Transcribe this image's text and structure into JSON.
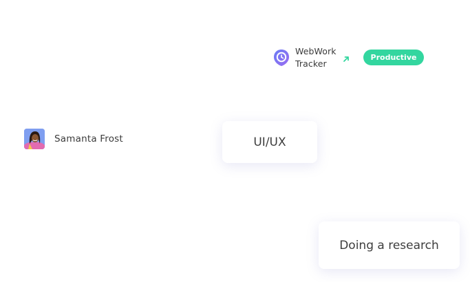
{
  "app": {
    "name": "WebWork Tracker",
    "icon": "webwork-clock-pin-icon",
    "trend_icon": "arrow-up-right-icon",
    "status": "Productive",
    "colors": {
      "badge": "#33d69f",
      "trend_arrow": "#33d69f",
      "icon_gradient_start": "#6a7cf5",
      "icon_gradient_end": "#9a6cf0"
    }
  },
  "user": {
    "name": "Samanta Frost",
    "avatar": "user-avatar-photo"
  },
  "category": {
    "label": "UI/UX"
  },
  "activity": {
    "label": "Doing a research"
  }
}
